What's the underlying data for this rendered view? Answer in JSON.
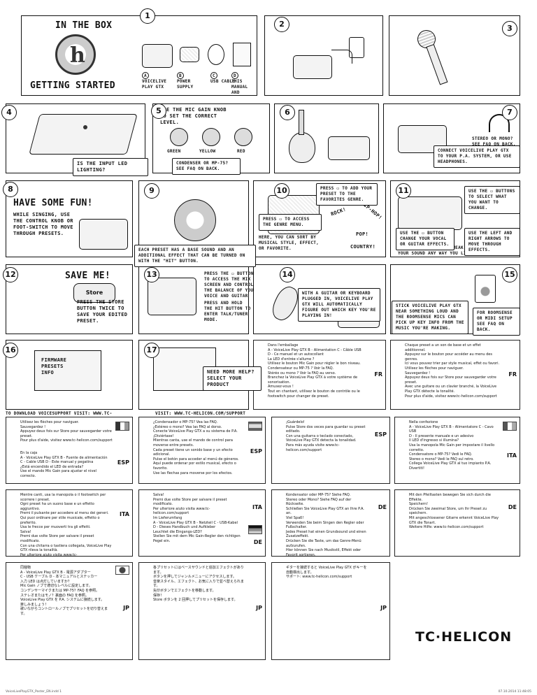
{
  "p1": {
    "num": "1",
    "title": "In the box",
    "heading": "Getting started",
    "items": [
      {
        "letter": "A",
        "label": "VoiceLive Play GTX"
      },
      {
        "letter": "B",
        "label": "Power supply"
      },
      {
        "letter": "C",
        "label": "USB Cable"
      },
      {
        "letter": "D",
        "label": "This manual and sticker"
      }
    ]
  },
  "p2": {
    "num": "2"
  },
  "p3": {
    "num": "3"
  },
  "p4": {
    "num": "4",
    "caption": "Is the input LED lighting?"
  },
  "p5": {
    "num": "5",
    "caption": "Use the Mic Gain knob to set the correct level.",
    "leds": [
      "Green",
      "Yellow",
      "Red"
    ],
    "note": "Condenser or MP-75? See FAQ on back."
  },
  "p6": {
    "num": "6"
  },
  "p7": {
    "num": "7",
    "stereo": "Stereo or mono? See FAQ on back.",
    "caption": "Connect VoiceLive Play GTX to your P.A. system, or use headphones."
  },
  "p8": {
    "num": "8",
    "heading": "Have some fun!",
    "caption": "While singing, use the control knob or foot-switch to move through presets."
  },
  "p9": {
    "num": "9"
  },
  "p10": {
    "num": "10",
    "press_top": "Press ▭ to add your preset to the favorites genre.",
    "press_genres": "Press ▭ to access the genre menu.",
    "sort": "Here, you can sort by musical style, effect, or favorite.",
    "rock": "Rock!",
    "hiphop": "Hip-hop!",
    "pop": "Pop!",
    "country": "Country!",
    "caption": "Each preset has a base sound and an additional effect that can be turned on with the \"hit\" button."
  },
  "p11": {
    "num": "11",
    "use_the": "Use the ▭ buttons to select what you want to change.",
    "use_button": "Use the ▭ button change your vocal or guitar effects.",
    "arrows": "Use the left and right arrows to move through effects.",
    "tweak": "From here, you can tweak your sound any way you like!"
  },
  "p12": {
    "num": "12",
    "heading": "Save me!",
    "store": "Store",
    "caption": "Press the Store button twice to save your edited preset."
  },
  "p13": {
    "num": "13",
    "mix": "Press the ▭ button to access the mix screen and control the balance of your voice and guitar",
    "hit": "Press and hold the hit button to enter talk/tuner mode."
  },
  "p14": {
    "num": "14",
    "caption": "With a guitar or keyboard plugged in, VoiceLive Play GTX will automatically figure out which key you're playing in!"
  },
  "p15": {
    "num": "15",
    "caption": "Stick VoiceLive Play GTX near something loud and the RoomSense mics can pick up key info from the music you're making.",
    "faq": "For RoomSense or MIDI setup see FAQ on back."
  },
  "p16": {
    "num": "16",
    "firmware": "Firmware presets info",
    "visit": "To download VoiceSupport visit: www.tc-helicon.com/voicesupport"
  },
  "p17": {
    "num": "17",
    "help": "Need more help? Select your product",
    "visit": "Visit: www.tc-helicon.com/support"
  },
  "languages": {
    "fr": "FR",
    "esp": "ESP",
    "ita": "ITA",
    "de": "DE",
    "jp": "JP"
  },
  "fr_panel": {
    "lines": [
      "Dans l'emballage",
      "A - VoiceLive Play GTX  B - Alimentation  C - Câble USB",
      "D - Ce manuel et un autocollant",
      "La LED d'entrée s'allume ?",
      "Utilisez le bouton Mic Gain pour régler le bon niveau.",
      "Condensateur ou MP-75 ? Voir la FAQ.",
      "Stéréo ou mono ? Voir la FAQ au verso.",
      "Branchez la VoiceLive Play GTX à votre système de sonorisation.",
      "Amusez-vous !",
      "Tout en chantant, utilisez le bouton de contrôle ou le footswitch pour changer de preset."
    ]
  },
  "fr_panel2": {
    "lines": [
      "Chaque preset a un son de base et un effet additionnel.",
      "Appuyez sur le bouton pour accéder au menu des genres.",
      "Ici vous pouvez trier par style musical, effet ou favori.",
      "Utilisez les flèches pour naviguer.",
      "Sauvegardez !",
      "Appuyez deux fois sur Store pour sauvegarder votre preset.",
      "Avec une guitare ou un clavier branché, la VoiceLive Play GTX détecte la tonalité.",
      "Pour plus d'aide, visitez www.tc-helicon.com/support"
    ]
  },
  "esp_panel": {
    "lines": [
      "En la caja",
      "A - VoiceLive Play GTX  B - Fuente de alimentación",
      "C - Cable USB  D - Este manual y pegatina",
      "¿Está encendido el LED de entrada?",
      "Use el mando Mic Gain para ajustar el nivel correcto.",
      "¿Condensador o MP-75? Vea las FAQ.",
      "¿Estéreo o mono? Vea las FAQ al dorso.",
      "Conecte VoiceLive Play GTX a su sistema de P.A.",
      "¡Diviértase!",
      "Mientras canta, use el mando de control para moverse entre presets."
    ]
  },
  "esp_panel2": {
    "lines": [
      "Cada preset tiene un sonido base y un efecto adicional.",
      "Pulse el botón para acceder al menú de géneros.",
      "Aquí puede ordenar por estilo musical, efecto o favorito.",
      "Use las flechas para moverse por los efectos.",
      "¡Guárdelo!",
      "Pulse Store dos veces para guardar su preset editado.",
      "Con una guitarra o teclado conectado, VoiceLive Play GTX detecta la tonalidad.",
      "Para más ayuda visite www.tc-helicon.com/support"
    ]
  },
  "ita_panel": {
    "lines": [
      "Nella confezione",
      "A - VoiceLive Play GTX  B - Alimentatore  C - Cavo USB",
      "D - Il presente manuale e un adesivo",
      "Il LED d'ingresso si illumina?",
      "Usa la manopola Mic Gain per impostare il livello corretto.",
      "Condensatore o MP-75? Vedi le FAQ.",
      "Stereo o mono? Vedi le FAQ sul retro.",
      "Collega VoiceLive Play GTX al tuo impianto P.A.",
      "Divertiti!",
      "Mentre canti, usa la manopola o il footswitch per scorrere i preset."
    ]
  },
  "ita_panel2": {
    "lines": [
      "Ogni preset ha un suono base e un effetto aggiuntivo.",
      "Premi il pulsante per accedere al menu dei generi.",
      "Qui puoi ordinare per stile musicale, effetto o preferito.",
      "Usa le frecce per muoverti tra gli effetti.",
      "Salva!",
      "Premi due volte Store per salvare il preset modificato.",
      "Con una chitarra o tastiera collegata, VoiceLive Play GTX rileva la tonalità.",
      "Per ulteriore aiuto visita www.tc-helicon.com/support"
    ]
  },
  "de_panel": {
    "lines": [
      "Im Lieferumfang",
      "A - VoiceLive Play GTX  B - Netzteil  C - USB-Kabel",
      "D - Dieses Handbuch und Aufkleber",
      "Leuchtet die Eingangs-LED?",
      "Stellen Sie mit dem Mic Gain-Regler den richtigen Pegel ein.",
      "Kondensator oder MP-75? Siehe FAQ.",
      "Stereo oder Mono? Siehe FAQ auf der Rückseite.",
      "Schließen Sie VoiceLive Play GTX an Ihre P.A. an.",
      "Viel Spaß!",
      "Verwenden Sie beim Singen den Regler oder Fußschalter."
    ]
  },
  "de_panel2": {
    "lines": [
      "Jedes Preset hat einen Grundsound und einen Zusatzeffekt.",
      "Drücken Sie die Taste, um das Genre-Menü aufzurufen.",
      "Hier können Sie nach Musikstil, Effekt oder Favorit sortieren.",
      "Mit den Pfeiltasten bewegen Sie sich durch die Effekte.",
      "Speichern!",
      "Drücken Sie zweimal Store, um Ihr Preset zu speichern.",
      "Mit angeschlossener Gitarre erkennt VoiceLive Play GTX die Tonart.",
      "Weitere Hilfe: www.tc-helicon.com/support"
    ]
  },
  "jp_panel": {
    "lines": [
      "同梱物",
      "A - VoiceLive Play GTX  B - 電源アダプター",
      "C - USB ケーブル  D - 本マニュアルとステッカー",
      "入力 LED は点灯していますか？",
      "Mic Gain ノブで適切なレベルに設定します。",
      "コンデンサーマイクまたは MP-75？FAQ を参照。",
      "ステレオまたはモノ？裏面の FAQ を参照。",
      "VoiceLive Play GTX を P.A. システムに接続します。",
      "楽しみましょう！",
      "歌いながらコントロールノブでプリセットを切り替えます。"
    ]
  },
  "jp_panel2": {
    "lines": [
      "各プリセットにはベースサウンドと追加エフェクトがあります。",
      "ボタンを押してジャンルメニューにアクセスします。",
      "音楽スタイル、エフェクト、お気に入りで並べ替えられます。",
      "矢印ボタンでエフェクトを移動します。",
      "保存！",
      "Store ボタンを 2 回押してプリセットを保存します。",
      "ギターを接続すると VoiceLive Play GTX がキーを自動検出します。",
      "サポート: www.tc-helicon.com/support"
    ]
  },
  "brand": "TC·HELICON",
  "footer": {
    "left": "VoiceLivePlayGTX_Poster_EN.indd   1",
    "right": "07.10.2014   11:48:05"
  }
}
